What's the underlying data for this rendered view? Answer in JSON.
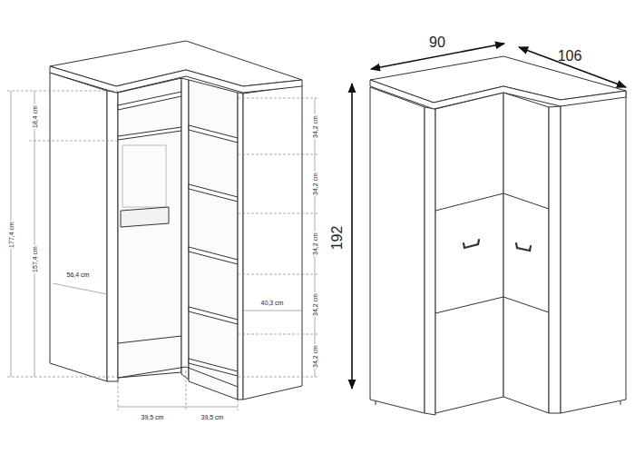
{
  "diagram": {
    "labels": [
      "18,4 cm",
      "177,4 cm",
      "157,4 cm",
      "56,4 cm",
      "34,2 cm",
      "34,2 cm",
      "34,2 cm",
      "34,2 cm",
      "40,3 cm",
      "34,2 cm",
      "39,5 cm",
      "39,5 cm",
      "90",
      "106",
      "192"
    ]
  }
}
